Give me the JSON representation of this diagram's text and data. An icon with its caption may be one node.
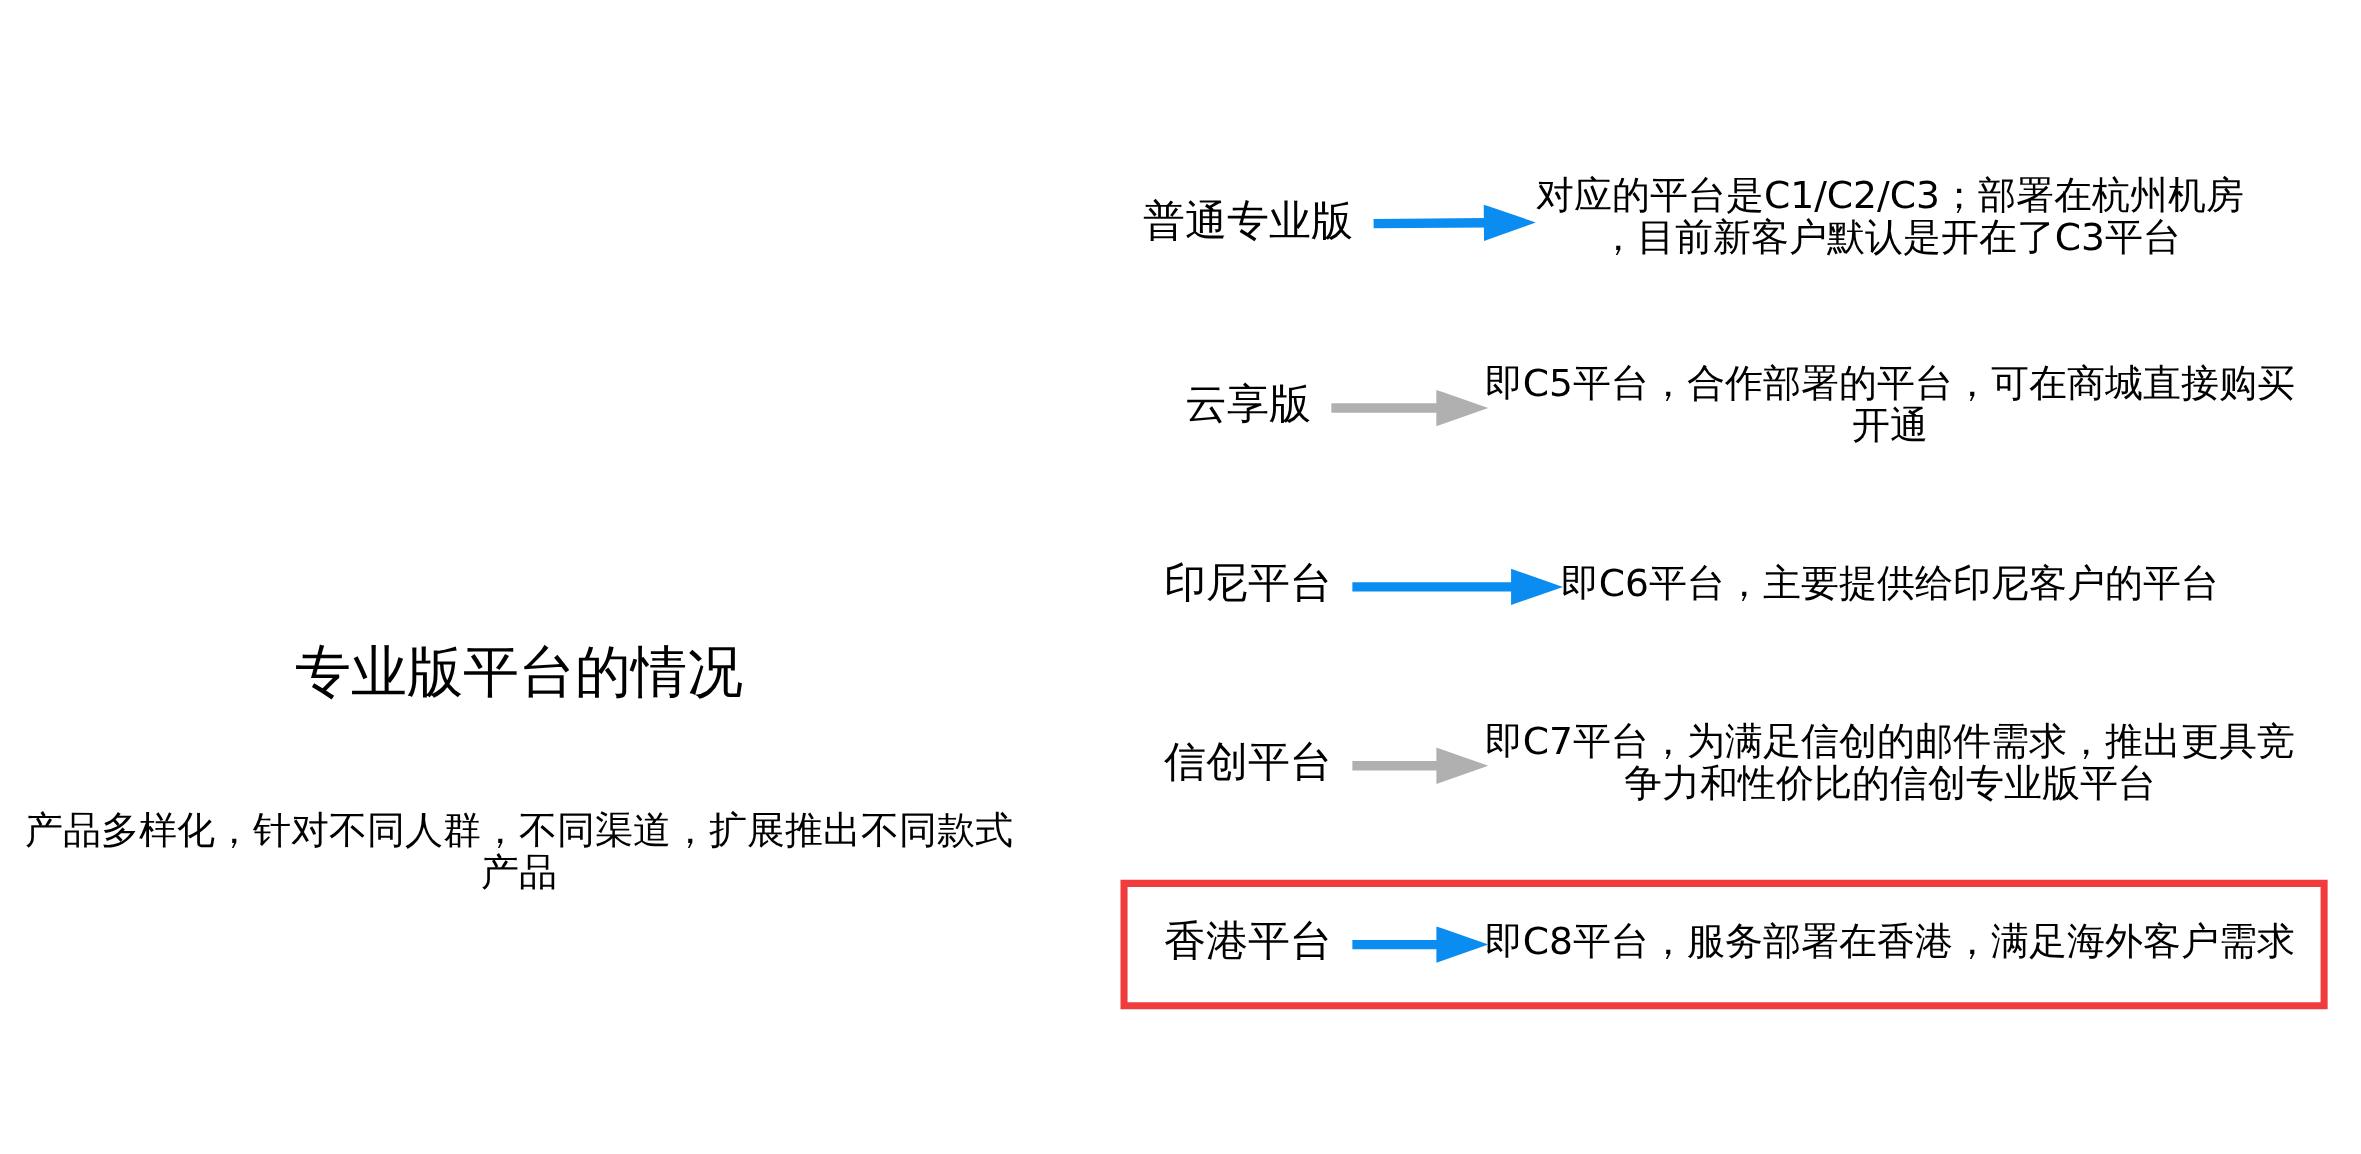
{
  "diagram": {
    "nodes": [
      {
        "text": [
          "普通专业版"
        ]
      },
      {
        "text": [
          "对应的平台是C1/C2/C3；部署在杭州机房，目前新客户默认是开在了C3平台"
        ]
      },
      {
        "text": [
          "云享版"
        ]
      },
      {
        "text": [
          "即C5平台，合作部署的平台，可在商城直接购买开通"
        ]
      },
      {
        "text": [
          "印尼平台"
        ]
      },
      {
        "text": [
          "即C6平台，主要提供给印尼客户的平台"
        ]
      },
      {
        "text": [
          "信创平台"
        ]
      },
      {
        "text": [
          "即C7平台，为满足信创的邮件需求，推出更具竞争力和性价比的信创专业版平台"
        ]
      },
      {
        "text": [],
        "shape": "box"
      },
      {
        "text": [
          "香港平台"
        ],
        "in": 8
      },
      {
        "text": [
          "即C8平台，服务部署在香港，满足海外客户需求"
        ],
        "in": 8
      }
    ],
    "edges": [
      {
        "from": 0,
        "to": 1,
        "arrow": "to"
      },
      {
        "from": 2,
        "to": 3,
        "arrow": "to",
        "color": "#b0b0b0"
      },
      {
        "from": 4,
        "to": 5,
        "arrow": "to"
      },
      {
        "from": 6,
        "to": 7,
        "arrow": "to",
        "color": "#b0b0b0"
      },
      {
        "from": 9,
        "to": 10,
        "arrow": "to"
      }
    ],
    "labels": [
      "专业版平台的情况",
      "产品多样化，针对不同人群，不同渠道，扩展推出不同款式产品"
    ]
  }
}
